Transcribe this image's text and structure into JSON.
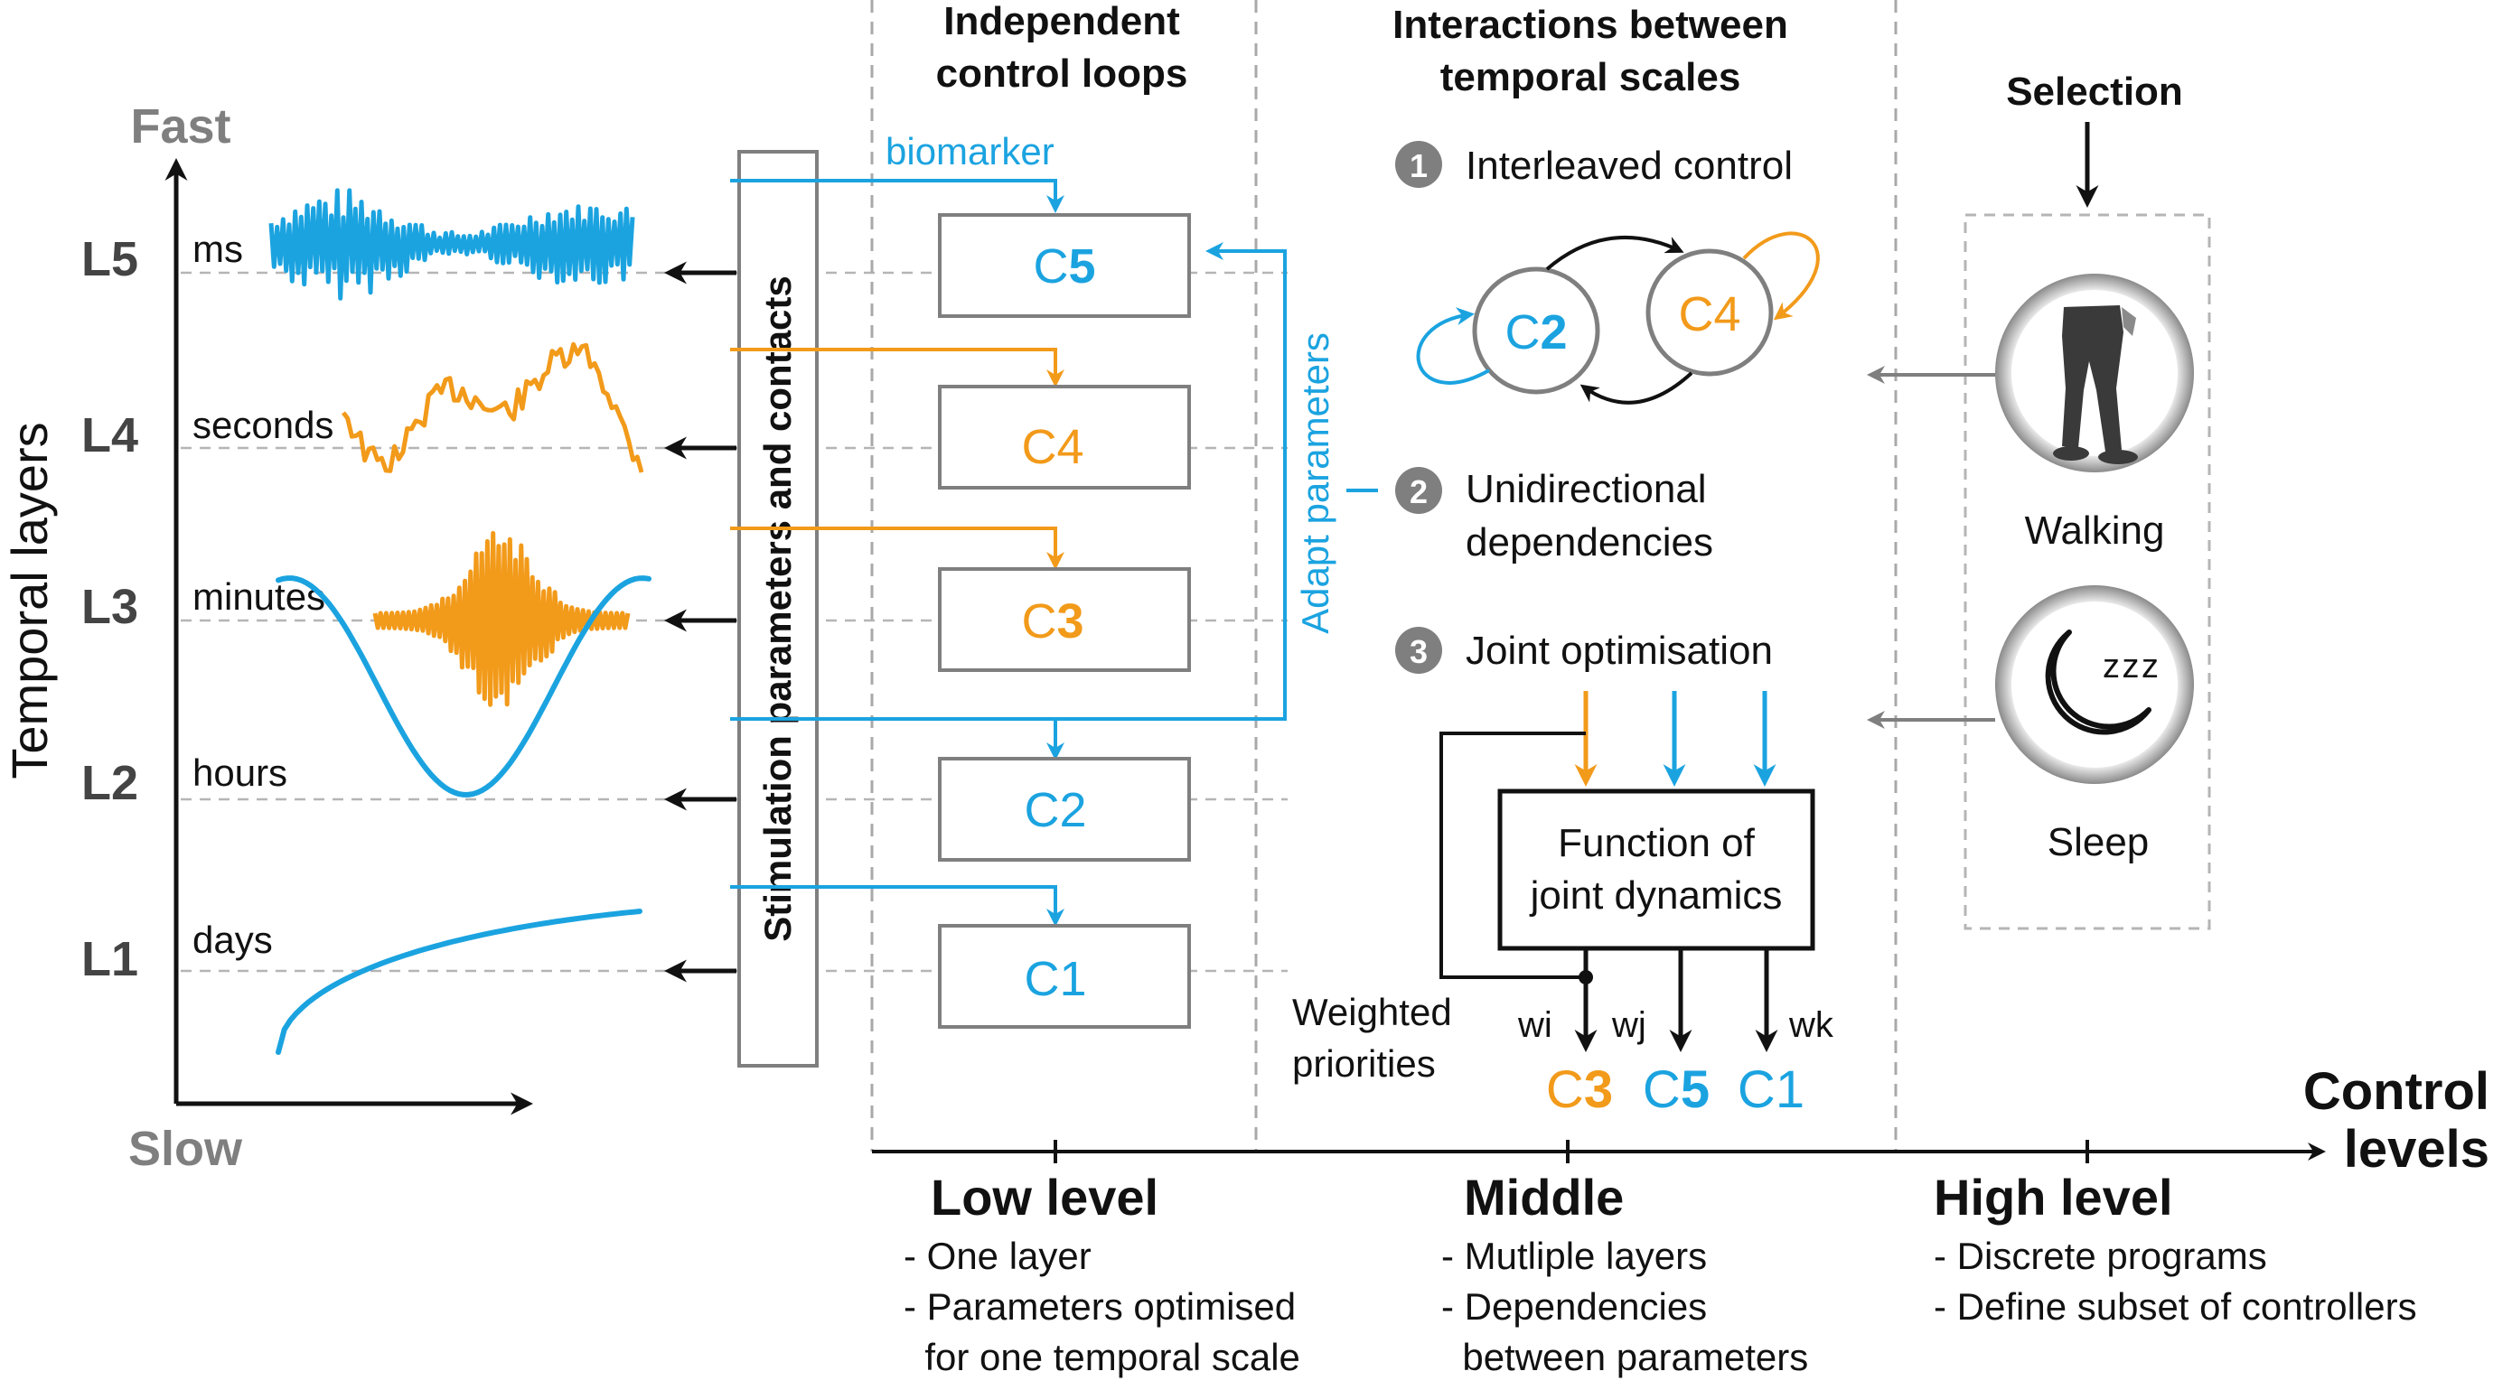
{
  "colors": {
    "blue": "#1ba3e0",
    "orange": "#f29a1a",
    "gray": "#7f7f7f",
    "black": "#111111",
    "dash": "#b5b5b5"
  },
  "axis": {
    "fast": "Fast",
    "slow": "Slow",
    "ylabel": "Temporal layers",
    "layers": [
      {
        "id": "L5",
        "scale": "ms"
      },
      {
        "id": "L4",
        "scale": "seconds"
      },
      {
        "id": "L3",
        "scale": "minutes"
      },
      {
        "id": "L2",
        "scale": "hours"
      },
      {
        "id": "L1",
        "scale": "days"
      }
    ]
  },
  "stim_label": "Stimulation parameters and contacts",
  "low": {
    "header_line1": "Independent",
    "header_line2": "control loops",
    "biomarker": "biomarker",
    "adapt": "Adapt parameters",
    "controllers": [
      {
        "c": "C",
        "n": "5",
        "color": "blue"
      },
      {
        "c": "C",
        "n": "4",
        "color": "orange"
      },
      {
        "c": "C",
        "n": "3",
        "color": "orange"
      },
      {
        "c": "C",
        "n": "2",
        "color": "blue"
      },
      {
        "c": "C",
        "n": "1",
        "color": "blue"
      }
    ]
  },
  "middle": {
    "header_line1": "Interactions between",
    "header_line2": "temporal scales",
    "items": [
      {
        "num": "1",
        "line1": "Interleaved control",
        "line2": ""
      },
      {
        "num": "2",
        "line1": "Unidirectional",
        "line2": "dependencies"
      },
      {
        "num": "3",
        "line1": "Joint optimisation",
        "line2": ""
      }
    ],
    "circle_left": {
      "c": "C",
      "n": "2"
    },
    "circle_right": {
      "c": "C",
      "n": "4"
    },
    "func_line1": "Function of",
    "func_line2": "joint dynamics",
    "weighted_line1": "Weighted",
    "weighted_line2": "priorities",
    "weights": [
      "wi",
      "wj",
      "wk"
    ],
    "outputs": [
      {
        "c": "C",
        "n": "3",
        "color": "orange"
      },
      {
        "c": "C",
        "n": "5",
        "color": "blue"
      },
      {
        "c": "C",
        "n": "1",
        "color": "blue"
      }
    ]
  },
  "high": {
    "selection": "Selection",
    "walking": "Walking",
    "sleep": "Sleep",
    "zzz": "z z z"
  },
  "control_axis": {
    "line1": "Control",
    "line2": "levels"
  },
  "levels": [
    {
      "title": "Low level",
      "bullets": [
        "- One layer",
        "- Parameters optimised",
        "  for one temporal scale"
      ]
    },
    {
      "title": "Middle",
      "bullets": [
        "- Mutliple layers",
        "- Dependencies",
        "  between parameters"
      ]
    },
    {
      "title": "High level",
      "bullets": [
        "- Discrete programs",
        "- Define subset of controllers"
      ]
    }
  ]
}
